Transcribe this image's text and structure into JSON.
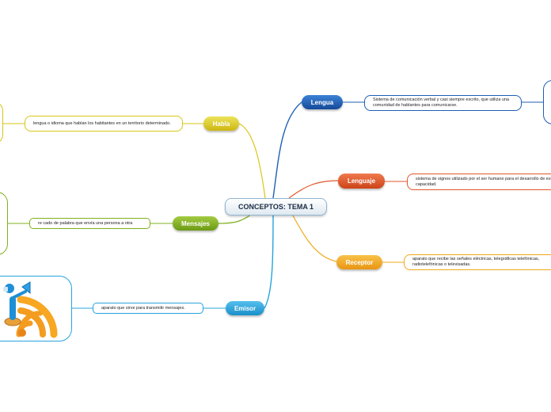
{
  "central": {
    "label": "CONCEPTOS: TEMA 1"
  },
  "branches": {
    "lengua": {
      "label": "Lengua",
      "color": "#1f5fb5",
      "description": "Sistema de comunicación verbal y casi siempre escrito, que utiliza una comunidad de hablantes para comunicarse."
    },
    "lenguaje": {
      "label": "Lenguaje",
      "color": "#e0572a",
      "description": "sistema de signos utilizado por el ser humano para el desarrollo de esta capacidad."
    },
    "receptor": {
      "label": "Receptor",
      "color": "#f0a818",
      "description": "aparato que recibe las señales eléctricas, telegráficas telefónicas, radiotelefónicas o televisadas."
    },
    "habla": {
      "label": "Habla",
      "color": "#d9c514",
      "description": "lengua o idioma que hablan los habitantes en un territorio determinado."
    },
    "mensajes": {
      "label": "Mensajes",
      "color": "#7fb01f",
      "description": "re cado de palabra que envía una persona a otra"
    },
    "emisor": {
      "label": "Emisor",
      "color": "#27a4dc",
      "description": "aparato que sirve para transmitir mensajes."
    }
  },
  "images": {
    "emisor_icon": "broadcast-person-icon"
  }
}
